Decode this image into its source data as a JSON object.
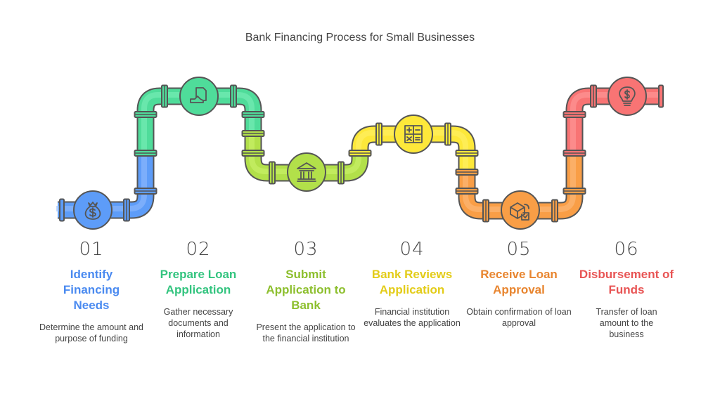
{
  "title": "Bank Financing Process for Small Businesses",
  "steps": [
    {
      "number": "01",
      "title": "Identify Financing Needs",
      "description": "Determine the amount and purpose of funding",
      "icon": "money-bag-icon",
      "color": "#4a8af0",
      "pipe": "#5d9cf8",
      "pipe_light": "#95befd"
    },
    {
      "number": "02",
      "title": "Prepare Loan Application",
      "description": "Gather necessary documents and information",
      "icon": "document-hand-icon",
      "color": "#33c47f",
      "pipe": "#4fdc9a",
      "pipe_light": "#80f0bb"
    },
    {
      "number": "03",
      "title": "Submit Application to Bank",
      "description": "Present the application to the financial institution",
      "icon": "bank-icon",
      "color": "#8dbf2e",
      "pipe": "#b2e04a",
      "pipe_light": "#cdf46f"
    },
    {
      "number": "04",
      "title": "Bank Reviews Application",
      "description": "Financial institution evaluates the application",
      "icon": "calculator-icon",
      "color": "#e3cc18",
      "pipe": "#fde83a",
      "pipe_light": "#fff06c"
    },
    {
      "number": "05",
      "title": "Receive Loan Approval",
      "description": "Obtain confirmation of loan approval",
      "icon": "package-check-icon",
      "color": "#e8852f",
      "pipe": "#f99e46",
      "pipe_light": "#fdbd84"
    },
    {
      "number": "06",
      "title": "Disbursement of Funds",
      "description": "Transfer of loan amount to the business",
      "icon": "lightbulb-dollar-icon",
      "color": "#e85454",
      "pipe": "#f87474",
      "pipe_light": "#ff9e9e"
    }
  ]
}
